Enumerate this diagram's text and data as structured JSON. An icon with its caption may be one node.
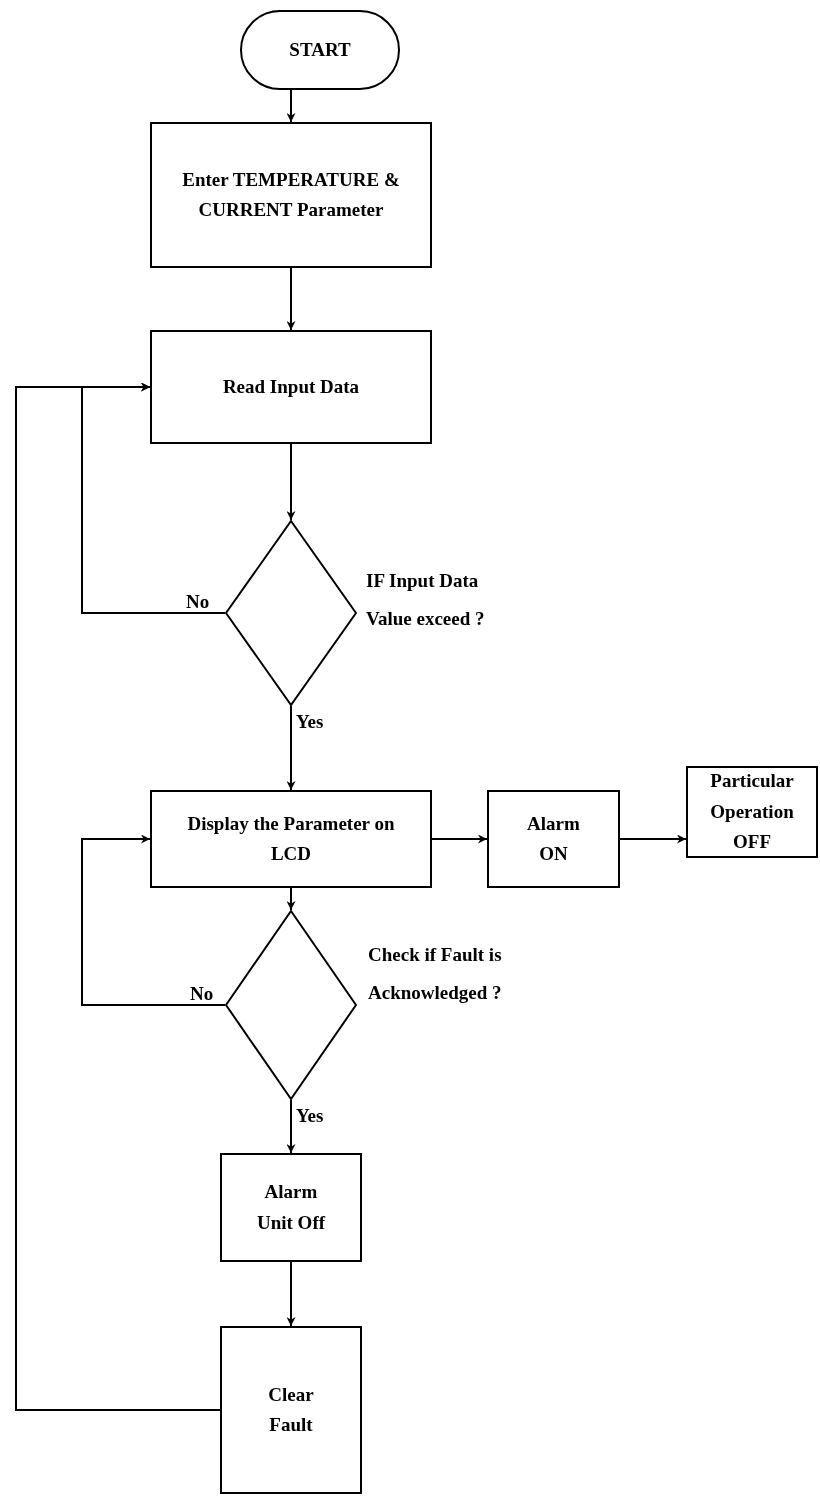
{
  "diagram": {
    "nodes": [
      {
        "text": [
          "START"
        ]
      },
      {
        "text": [
          "Enter TEMPERATURE & CURRENT Parameter"
        ]
      },
      {
        "text": [
          "Read Input Data"
        ]
      },
      {
        "text": [],
        "shape": "diamond",
        "beside": [
          "IF Input Data Value exceed ?"
        ]
      },
      {
        "text": [
          "Display the Parameter on LCD"
        ]
      },
      {
        "text": [
          "Alarm ON"
        ]
      },
      {
        "text": [
          "Particular Operation OFF"
        ]
      },
      {
        "text": [],
        "shape": "diamond",
        "beside": [
          "Check if Fault is Acknowledged ?"
        ]
      },
      {
        "text": [
          "Alarm Unit Off"
        ]
      },
      {
        "text": [
          "Clear Fault"
        ]
      }
    ],
    "edges": [
      {
        "from": 0,
        "to": 1,
        "arrow": "to"
      },
      {
        "from": 1,
        "to": 2,
        "arrow": "to"
      },
      {
        "from": 2,
        "to": 3,
        "arrow": "to"
      },
      {
        "from": 3,
        "to": 2,
        "arrow": "to",
        "label": "No"
      },
      {
        "from": 3,
        "to": 4,
        "arrow": "to",
        "label": "Yes"
      },
      {
        "from": 4,
        "to": 5,
        "arrow": "to"
      },
      {
        "from": 5,
        "to": 6,
        "arrow": "to"
      },
      {
        "from": 4,
        "to": 7,
        "arrow": "to"
      },
      {
        "from": 7,
        "to": 4,
        "arrow": "to",
        "label": "No"
      },
      {
        "from": 7,
        "to": 8,
        "arrow": "to",
        "label": "Yes"
      },
      {
        "from": 8,
        "to": 9,
        "arrow": "to"
      },
      {
        "from": 9,
        "to": 2,
        "arrow": "to"
      }
    ]
  }
}
